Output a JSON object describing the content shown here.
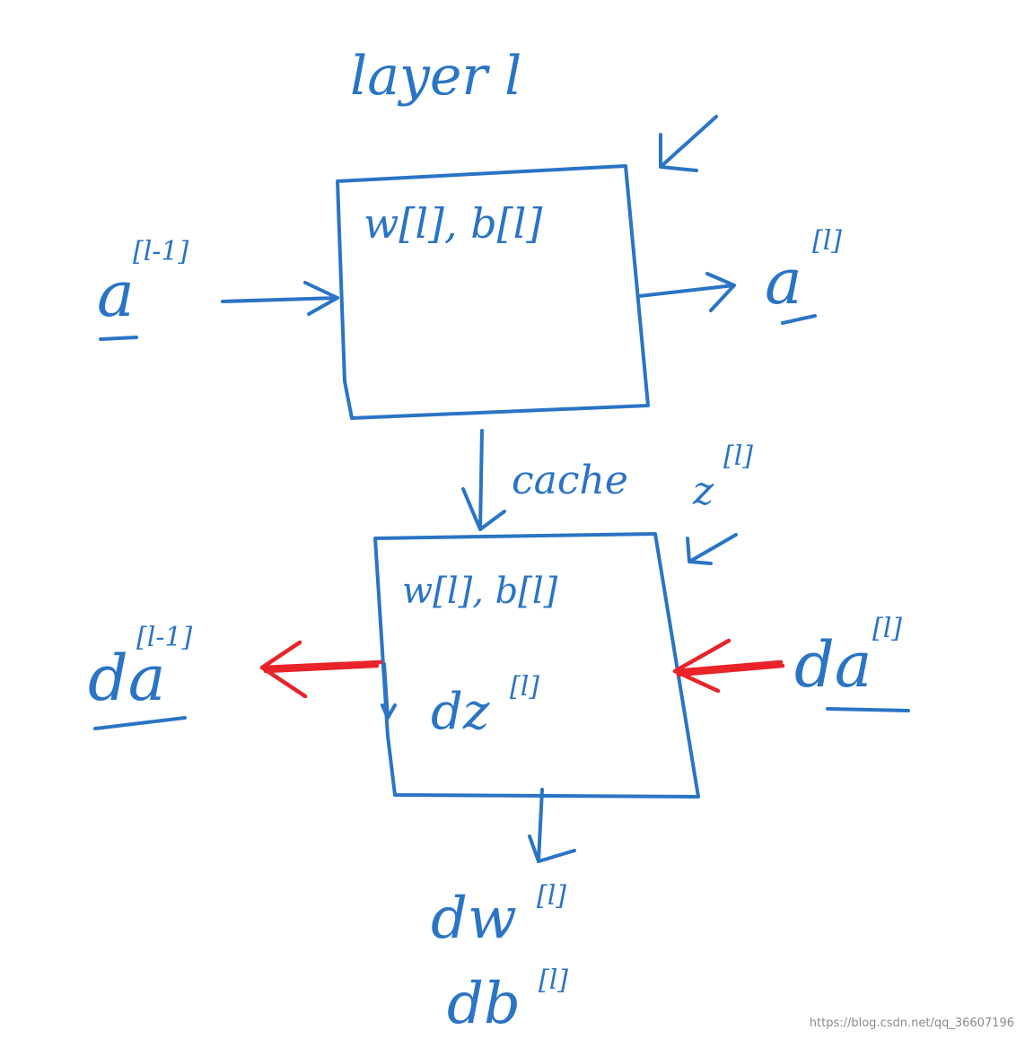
{
  "colors": {
    "ink": "#2a74c5",
    "backprop": "#e8232a",
    "background": "#ffffff"
  },
  "title": "layer l",
  "forward_block": {
    "params": "w[l], b[l]",
    "input_base": "a",
    "input_sup": "[l-1]",
    "output_base": "a",
    "output_sup": "[l]"
  },
  "cache": {
    "label": "cache",
    "z_base": "z",
    "z_sup": "[l]"
  },
  "backward_block": {
    "params": "w[l], b[l]",
    "internal_base": "dz",
    "internal_sup": "[l]",
    "input_base": "da",
    "input_sup": "[l]",
    "output_base": "da",
    "output_sup": "[l-1]"
  },
  "gradients": {
    "dw_base": "dw",
    "dw_sup": "[l]",
    "db_base": "db",
    "db_sup": "[l]"
  },
  "watermark": "https://blog.csdn.net/qq_36607196"
}
